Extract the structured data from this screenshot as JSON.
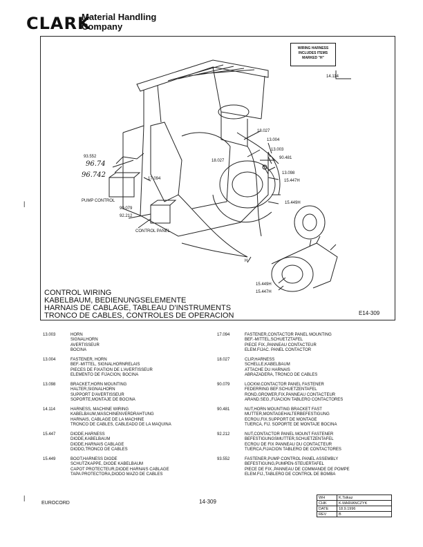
{
  "header": {
    "logo": "CLARK",
    "company_line1": "Material Handling",
    "company_line2": "Company"
  },
  "diagram": {
    "wiring_box": [
      "WIRING HARNESS",
      "INCLUDES ITEMS",
      "MARKED \"H\""
    ],
    "callouts": {
      "c14114": "14.114",
      "c18027a": "18.027",
      "c13004": "13.004",
      "c13003": "13.003",
      "c90481": "90.481",
      "c13098": "13.098",
      "c15447h": "15.447H",
      "c15449h": "15.449H",
      "c18027b": "18.027",
      "c17094": "17.094",
      "c93552": "93.552",
      "hand1": "96.74",
      "hand2": "96.742",
      "pump_control": "PUMP CONTROL",
      "c90079": "90.079",
      "c92212": "92.212",
      "control_panel": "CONTROL PANEL",
      "h": "H",
      "c15449h_b": "15.449H",
      "c15447h_b": "15.447H"
    },
    "title_lines": [
      "CONTROL WIRING",
      "KABELBAUM, BEDIENUNGSELEMENTE",
      "HARNAIS DE CABLAGE, TABLEAU D'INSTRUMENTS",
      "TRONCO DE CABLES, CONTROLES DE OPERACION"
    ],
    "figure_number": "E14-309"
  },
  "parts_left": [
    {
      "no": "13.003",
      "lines": [
        "HORN",
        "SIGNALHORN",
        "AVERTISSEUR",
        "BOCINA"
      ]
    },
    {
      "no": "13.004",
      "lines": [
        "FASTENER, HORN",
        "BEF.-MITTEL, SIGNALHORNRELAIS",
        "PIECES DE FIXATION DE L'AVERTISSEUR",
        "ELEMENTO DE FIJACION, BOCINA"
      ]
    },
    {
      "no": "13.098",
      "lines": [
        "BRACKET,HORN MOUNTING",
        "HALTER,SIGNALHORN",
        "SUPPORT D'AVERTISSEUR",
        "SOPORTE,MONTAJE DE BOCINA"
      ]
    },
    {
      "no": "14.114",
      "lines": [
        "HARNESS, MACHINE WIRING",
        "KABELBAUM,MASCHINENVERDRAHTUNG",
        "HARNAIS, CABLAGE DE LA MACHINE",
        "TRONCO DE CABLES, CABLEADO DE LA MAQUINA"
      ]
    },
    {
      "no": "15.447",
      "lines": [
        "DIODE,HARNESS",
        "DIODE,KABELBAUM",
        "DIODE,HARNAIS CABLAGE",
        "DIODO,TRONCO DE CABLES"
      ]
    },
    {
      "no": "15.449",
      "lines": [
        "BOOT,HARNESS DIODE",
        "SCHUTZKAPPE, DIODE KABELBAUM",
        "CAPOT PROTECTEUR,DIODE HARNAIS CABLAGE",
        "TAPA PROTECTORA,DIODO MAZO DE CABLES"
      ]
    }
  ],
  "parts_right": [
    {
      "no": "17.094",
      "lines": [
        "FASTENER,CONTACTOR PANEL MOUNTING",
        "BEF.-MITTEL,SCHUETZTAFEL",
        "PIECE FIX.,PANNEAU CONTACTEUR",
        "ELEM.FIJAC. PANEL CONTACTOR"
      ]
    },
    {
      "no": "18.027",
      "lines": [
        "CLIP,HARNESS",
        "SCHELLE,KABELBAUM",
        "ATTACHE DU HARNAIS",
        "ABRAZADERA, TRONCO DE CABLES"
      ]
    },
    {
      "no": "90.079",
      "lines": [
        "LOCKW.CONTACTOR PANEL FASTENER",
        "FEDERRING BEF.SCHUETZENTAFEL",
        "ROND.GROWER,FIX.PANNEAU CONTACTEUR",
        "ARAND.SEG.,FIJACION TABLERO CONTACTORES"
      ]
    },
    {
      "no": "90.481",
      "lines": [
        "NUT,HORN MOUNTING BRACKET FAST",
        "MUTTER,MONTAGEHALTERBEFESTIGUNG",
        "ECROU,FIX.SUPPORT DE MONTAGE",
        "TUERCA, FIJ. SOPORTE DE MONTAJE BOCINA"
      ]
    },
    {
      "no": "92.212",
      "lines": [
        "NUT,CONTACTOR PANEL MOUNT FASTENER",
        "BEFESTIGUNGSMUTTER,SCHUETZENTAFEL",
        "ECROU DE FIX PANNEAU DU CONTACTEUR",
        "TUERCA,FIJACION TABLERO DE CONTACTORES"
      ]
    },
    {
      "no": "93.552",
      "lines": [
        "FASTENER,PUMP CONTROL PANEL ASSEMBLY",
        "BEFESTIGUNG,PUMPEN-STEUERTAFEL",
        "PIECE DE FIX.,PANNEAU DE COMMANDE DE POMPE",
        "ELEM.FIJ.,TABLERO DE CONTROL DE BOMBA"
      ]
    }
  ],
  "footer": {
    "left": "EUROCORD",
    "center": "14-309"
  },
  "revision_table": [
    {
      "label": "WH",
      "value": "K.Tsikaz"
    },
    {
      "label": "CHK",
      "value": "K.MARIANCZYK"
    },
    {
      "label": "DATE",
      "value": "18.9.1996"
    },
    {
      "label": "REV",
      "value": "B"
    }
  ]
}
